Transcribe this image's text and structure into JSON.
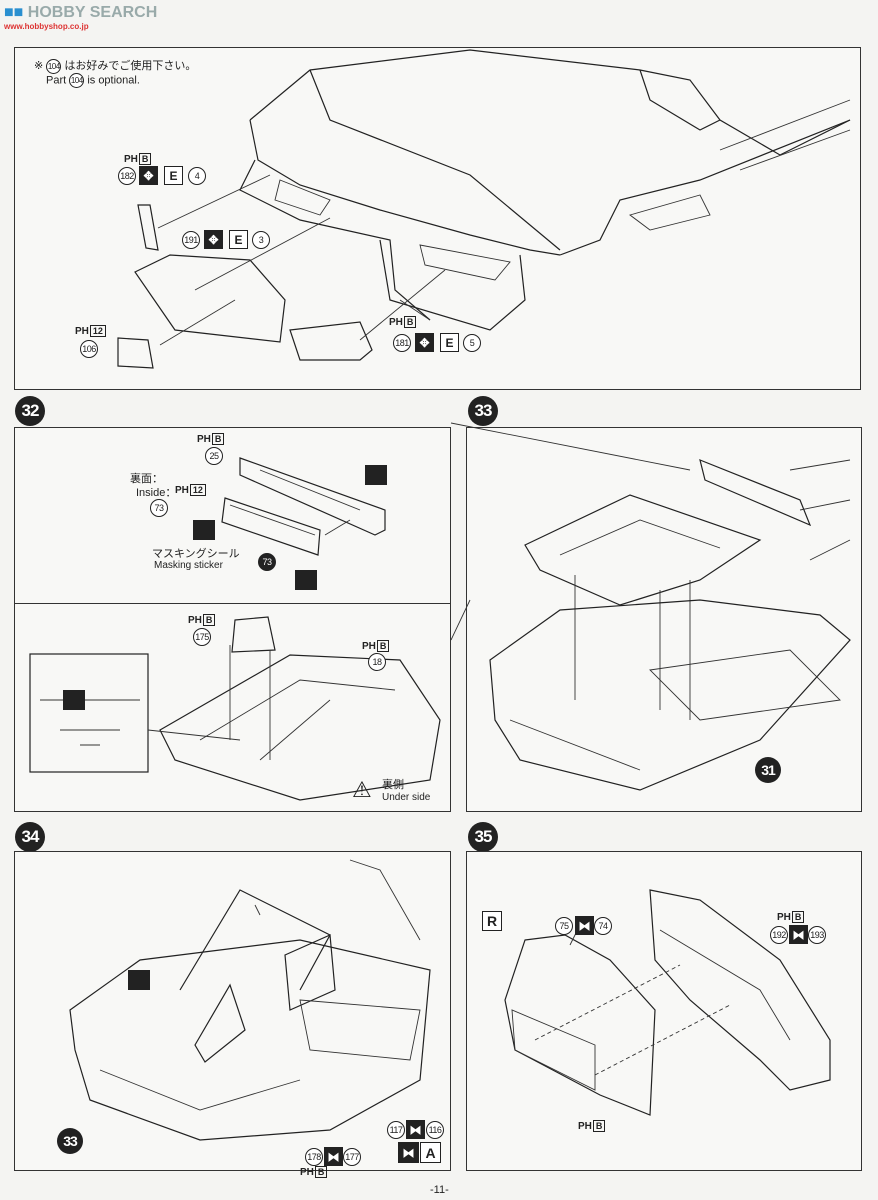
{
  "watermark": {
    "brand": "HOBBY SEARCH",
    "site": "www.hobbyshop.co.jp"
  },
  "top_note": {
    "marker": "※",
    "part": "104",
    "jp": "はお好みでご使用下さい。",
    "en_prefix": "Part",
    "en_suffix": "is optional."
  },
  "top_panel": {
    "callouts": [
      {
        "part": "182",
        "grade": "4"
      },
      {
        "part": "191",
        "grade": "3"
      },
      {
        "part": "181",
        "grade": "5"
      },
      {
        "part": "106",
        "ph": "12"
      }
    ],
    "ph_b": "B",
    "ph_label": "PH",
    "finish_letter": "E"
  },
  "steps": {
    "s32": "32",
    "s33": "33",
    "s34": "34",
    "s35": "35"
  },
  "step32": {
    "part25": "25",
    "part73": "73",
    "inside_jp": "裏面：",
    "inside_en": "Inside：",
    "ph12": "12",
    "masking_jp": "マスキングシール",
    "masking_en": "Masking sticker",
    "sticker_num": "73",
    "part175": "175",
    "part18": "18",
    "underside_jp": "裏側",
    "underside_en": "Under side"
  },
  "step33": {
    "ref": "31"
  },
  "step34": {
    "ref": "33",
    "part117": "117",
    "part116": "116",
    "part178": "178",
    "part177": "177",
    "letter_a": "A"
  },
  "step35": {
    "tag": "R",
    "part75": "75",
    "part74": "74",
    "part192": "192",
    "part193": "193"
  },
  "page_number": "-11-"
}
